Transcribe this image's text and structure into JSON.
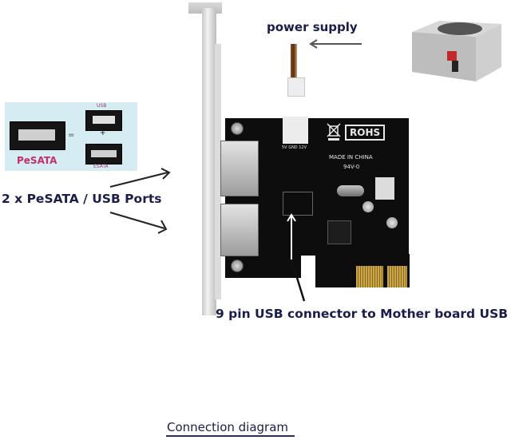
{
  "diagram": {
    "title": "Connection diagram",
    "labels": {
      "power_supply": "power supply",
      "ports": "2 x PeSATA / USB Ports",
      "usb_connector": "9 pin USB connector to Mother board USB"
    },
    "inset": {
      "brand": "PeSATA",
      "usb_label": "USB",
      "esata_label": "ESATA",
      "equals": "=",
      "plus": "+"
    },
    "pcb_markings": {
      "rohs": "ROHS",
      "made_in": "MADE IN CHINA",
      "rating": "94V-0",
      "power_pins": "5V GND 12V"
    },
    "colors": {
      "label_text": "#1a1d4a",
      "pcb": "#0d0d0d",
      "inset_bg": "#d5ecf3",
      "pesata_text": "#c0306a"
    }
  }
}
